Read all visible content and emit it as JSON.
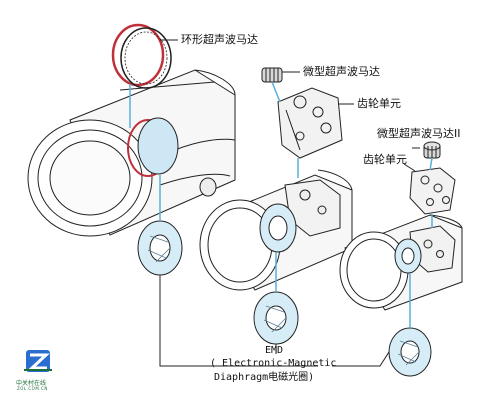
{
  "labels": {
    "ring_usm": "环形超声波马达",
    "micro_usm": "微型超声波马达",
    "gear_unit_1": "齿轮单元",
    "micro_usm_2": "微型超声波马达II",
    "gear_unit_2": "齿轮单元",
    "emd_abbr": "EMD",
    "emd_line1": "( Electronic-Magnetic",
    "emd_line2": "Diaphragm电磁光圈)"
  },
  "logo": {
    "brand": "中关村在线",
    "sub": "ZOL.COM.CN"
  },
  "colors": {
    "line": "#222222",
    "accent_blue": "#5ab0d8",
    "ring_red": "#c0303a",
    "part_fill": "#f2f2f2",
    "emd_fill": "#d6ecf7",
    "logo_green": "#1f6f3a",
    "logo_blue": "#2a6fd0"
  }
}
